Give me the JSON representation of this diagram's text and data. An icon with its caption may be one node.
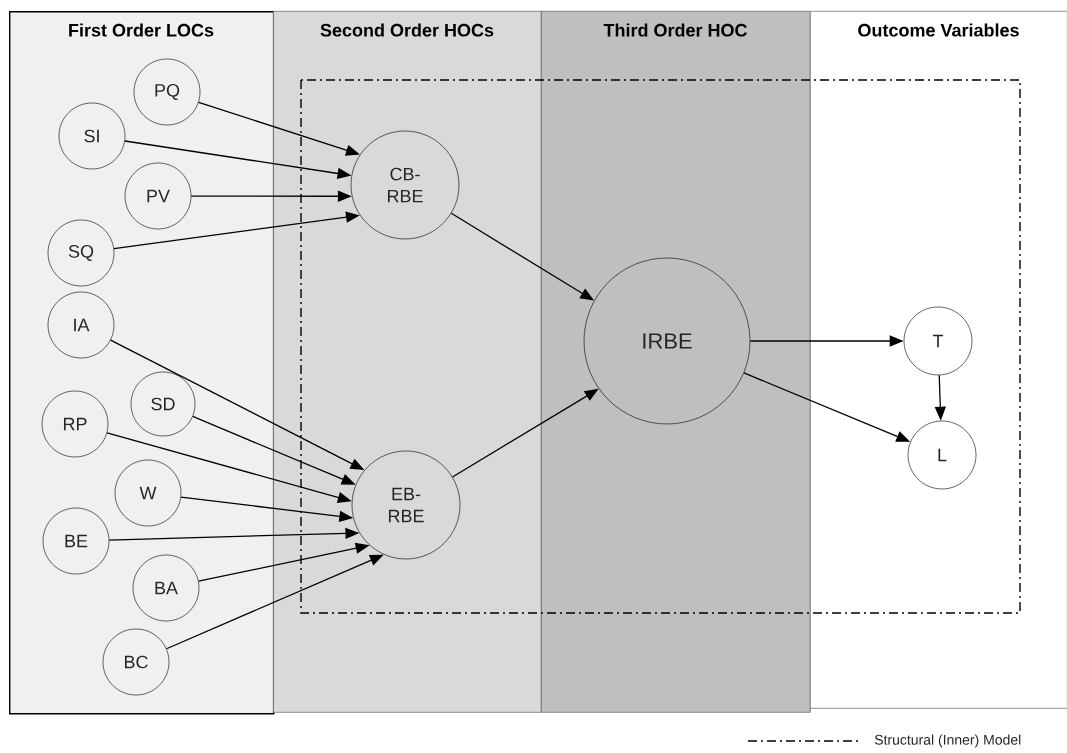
{
  "diagram": {
    "nodes": [
      {
        "text": [
          "First Order LOCs"
        ]
      },
      {
        "text": [
          "Second Order HOCs"
        ]
      },
      {
        "text": [
          "Third Order HOC"
        ]
      },
      {
        "text": [
          "Outcome Variables"
        ]
      },
      {
        "text": [
          "PQ"
        ],
        "in": 0
      },
      {
        "text": [
          "SI"
        ],
        "in": 0
      },
      {
        "text": [
          "PV"
        ],
        "in": 0
      },
      {
        "text": [
          "SQ"
        ],
        "in": 0
      },
      {
        "text": [
          "IA"
        ],
        "in": 0
      },
      {
        "text": [
          "SD"
        ],
        "in": 0
      },
      {
        "text": [
          "RP"
        ],
        "in": 0
      },
      {
        "text": [
          "W"
        ],
        "in": 0
      },
      {
        "text": [
          "BE"
        ],
        "in": 0
      },
      {
        "text": [
          "BA"
        ],
        "in": 0
      },
      {
        "text": [
          "BC"
        ],
        "in": 0
      },
      {
        "text": [
          "CB-RBE"
        ],
        "in": 1
      },
      {
        "text": [
          "EB-RBE"
        ],
        "in": 1
      },
      {
        "text": [
          "IRBE"
        ],
        "in": 2
      },
      {
        "text": [
          "T"
        ],
        "in": 3
      },
      {
        "text": [
          "L"
        ],
        "in": 3
      }
    ],
    "edges": [
      {
        "from": 4,
        "to": 15,
        "arrow": "to"
      },
      {
        "from": 5,
        "to": 15,
        "arrow": "to"
      },
      {
        "from": 6,
        "to": 15,
        "arrow": "to"
      },
      {
        "from": 7,
        "to": 15,
        "arrow": "to"
      },
      {
        "from": 8,
        "to": 16,
        "arrow": "to"
      },
      {
        "from": 9,
        "to": 16,
        "arrow": "to"
      },
      {
        "from": 10,
        "to": 16,
        "arrow": "to"
      },
      {
        "from": 11,
        "to": 16,
        "arrow": "to"
      },
      {
        "from": 12,
        "to": 16,
        "arrow": "to"
      },
      {
        "from": 13,
        "to": 16,
        "arrow": "to"
      },
      {
        "from": 14,
        "to": 16,
        "arrow": "to"
      },
      {
        "from": 15,
        "to": 17,
        "arrow": "to"
      },
      {
        "from": 16,
        "to": 17,
        "arrow": "to"
      },
      {
        "from": 17,
        "to": 18,
        "arrow": "to"
      },
      {
        "from": 17,
        "to": 19,
        "arrow": "to"
      },
      {
        "from": 18,
        "to": 19,
        "arrow": "to"
      }
    ],
    "legend": [
      {
        "text": "Structural (Inner) Model"
      }
    ]
  }
}
